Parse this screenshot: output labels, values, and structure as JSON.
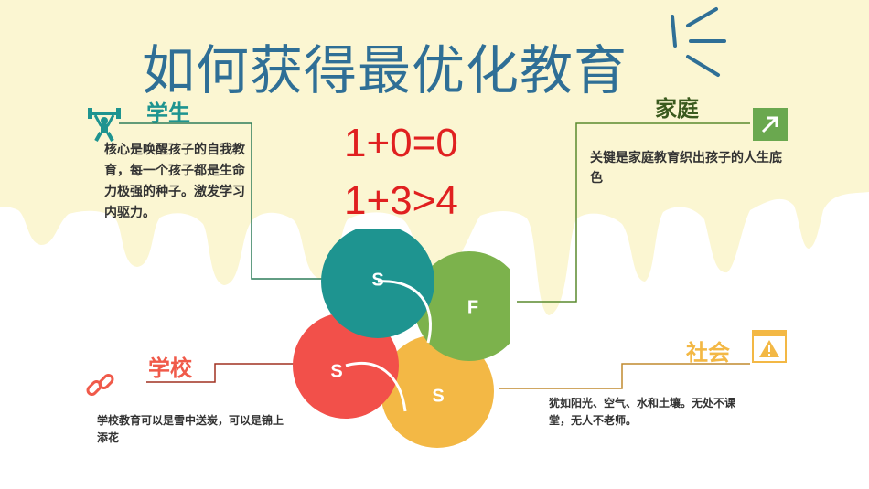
{
  "title": "如何获得最优化教育",
  "equations": [
    "1+0=0",
    "1+3>4"
  ],
  "student": {
    "label": "学生",
    "description": "核心是唤醒孩子的自我教育，每一个孩子都是生命力极强的种子。激发学习内驱力。"
  },
  "family": {
    "label": "家庭",
    "description": "关键是家庭教育织出孩子的人生底色"
  },
  "school": {
    "label": "学校",
    "description": "学校教育可以是雪中送炭，可以是锦上添花"
  },
  "society": {
    "label": "社会",
    "description": "犹如阳光、空气、水和土壤。无处不课堂，无人不老师。"
  },
  "petals": [
    "S",
    "F",
    "S",
    "S"
  ],
  "colors": {
    "title": "#2f6f96",
    "equation": "#e02020",
    "teal": "#1e9490",
    "green": "#7cb24c",
    "red": "#f2504a",
    "yellow": "#f3b845",
    "cream": "#fbf6d2",
    "student_label": "#1e9490",
    "family_label": "#3a5a1e",
    "school_label": "#f05a4a",
    "society_label": "#f3b845"
  },
  "icons": [
    "weightlifter-icon",
    "arrow-up-right-icon",
    "chain-link-icon",
    "warning-icon"
  ]
}
